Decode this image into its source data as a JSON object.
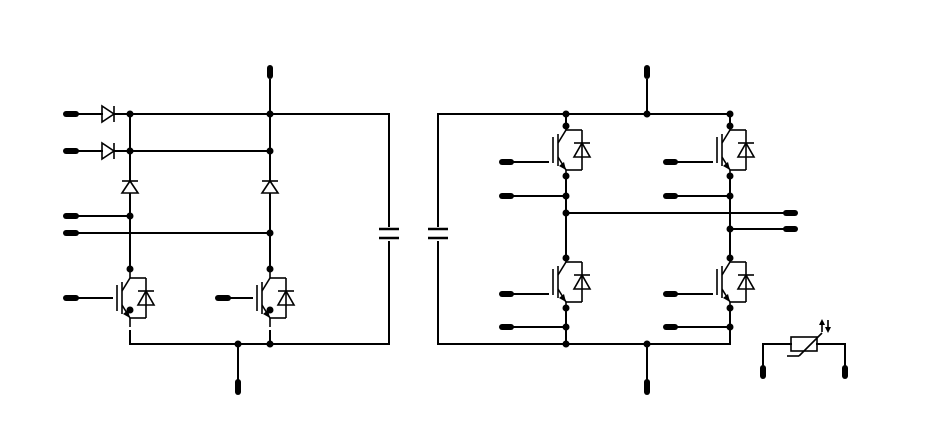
{
  "diagram": {
    "kind": "power-module-schematic",
    "background": "#ffffff",
    "line_color": "#000000",
    "sections": [
      {
        "name": "rectifier-brake-section",
        "components": [
          "diode",
          "diode",
          "diode",
          "diode",
          "igbt-with-freewheel-diode",
          "igbt-with-freewheel-diode"
        ]
      },
      {
        "name": "dc-link-capacitor",
        "components": [
          "capacitor"
        ]
      },
      {
        "name": "inverter-section",
        "components": [
          "igbt-with-freewheel-diode",
          "igbt-with-freewheel-diode",
          "igbt-with-freewheel-diode",
          "igbt-with-freewheel-diode",
          "capacitor"
        ]
      },
      {
        "name": "ntc-thermistor",
        "components": [
          "thermistor"
        ]
      }
    ]
  }
}
